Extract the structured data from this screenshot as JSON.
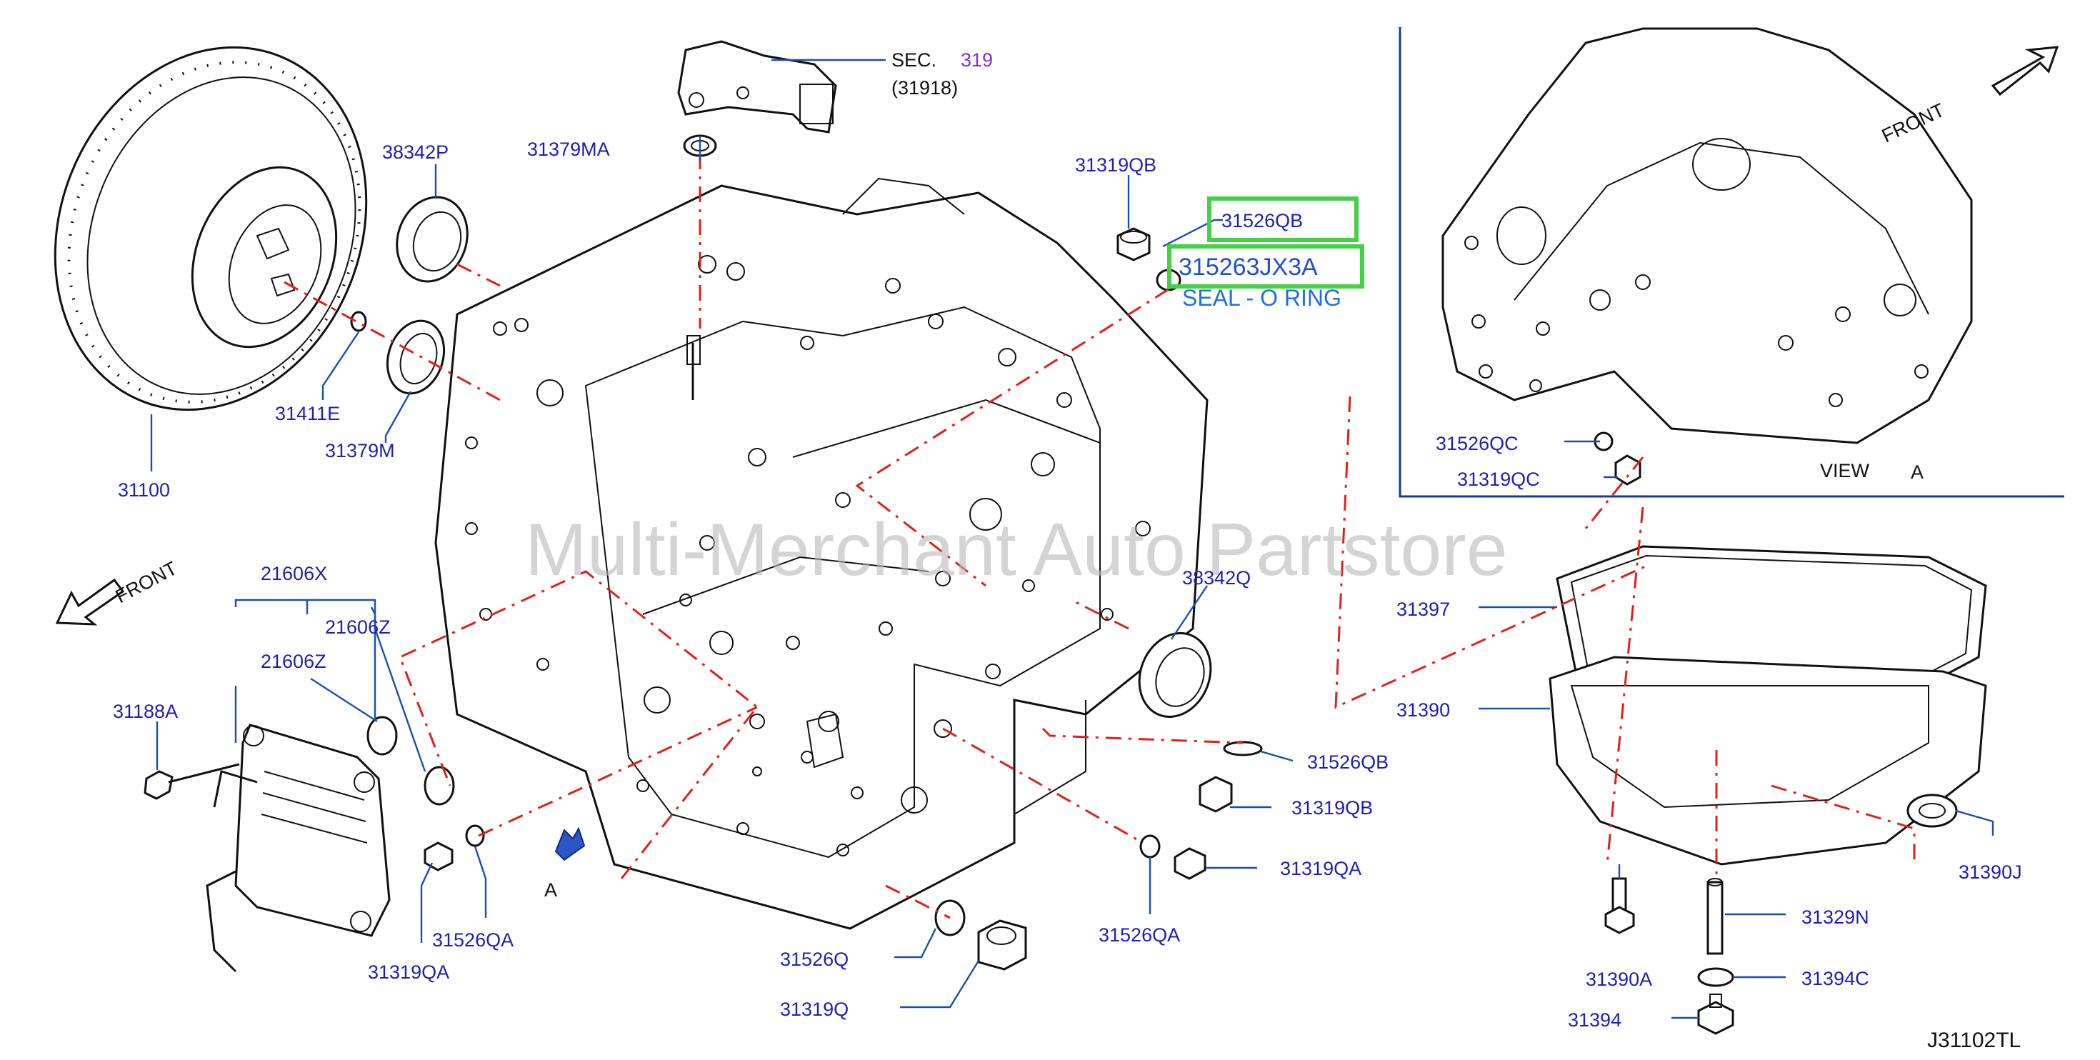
{
  "diagram": {
    "labels": {
      "p31100": "31100",
      "p38342P": "38342P",
      "p31411E": "31411E",
      "p31379M": "31379M",
      "p31379MA": "31379MA",
      "sec": "SEC.",
      "sec_num": "319",
      "sec_sub": "(31918)",
      "p31319QB_top": "31319QB",
      "p31526QB_top": "31526QB",
      "p315263JX3A": "315263JX3A",
      "seal_desc": "SEAL - O RING",
      "p31526QC": "31526QC",
      "p31319QC": "31319QC",
      "view": "VIEW",
      "view_letter": "A",
      "front_top": "FRONT",
      "front_left": "FRONT",
      "p21606X": "21606X",
      "p21606Z_a": "21606Z",
      "p21606Z_b": "21606Z",
      "p31188A": "31188A",
      "p31319QA_left": "31319QA",
      "p31526QA_left": "31526QA",
      "arrow_a": "A",
      "p38342Q": "38342Q",
      "p31526QB_mid": "31526QB",
      "p31319QB_mid": "31319QB",
      "p31319QA_mid": "31319QA",
      "p31526QA_mid": "31526QA",
      "p31526Q": "31526Q",
      "p31319Q": "31319Q",
      "p31397": "31397",
      "p31390": "31390",
      "p31390J": "31390J",
      "p31329N": "31329N",
      "p31390A": "31390A",
      "p31394C": "31394C",
      "p31394": "31394",
      "code": "J31102TL"
    },
    "watermark": "Multi-Merchant Auto Partstore",
    "colors": {
      "label": "#1f1fb4",
      "highlight": "#46d046",
      "leader": "#1a4fb0",
      "dashed": "#e0201a"
    }
  }
}
